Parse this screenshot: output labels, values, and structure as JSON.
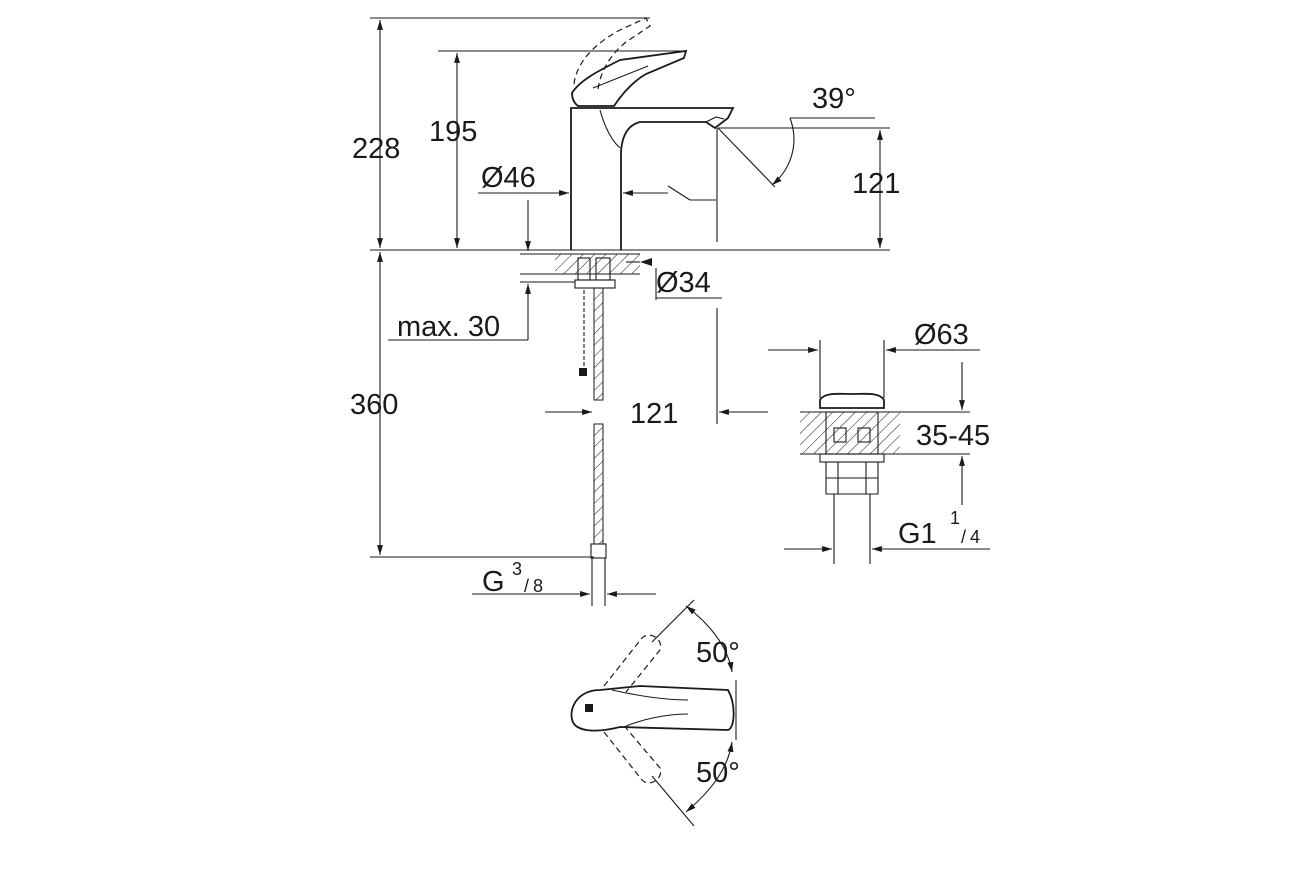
{
  "drawing": {
    "colors": {
      "line": "#1a1a1a",
      "background": "#ffffff"
    },
    "dimensions": {
      "height_228": "228",
      "height_195": "195",
      "diameter_46": "Ø46",
      "angle_39": "39°",
      "height_121": "121",
      "diameter_34": "Ø34",
      "max_30": "max. 30",
      "length_360": "360",
      "offset_121": "121",
      "thread_g": "G",
      "thread_g_num": "3",
      "thread_g_den": "8",
      "diameter_63": "Ø63",
      "range_35_45": "35-45",
      "thread_g1": "G1",
      "thread_g1_num": "1",
      "thread_g1_den": "4",
      "angle_50_top": "50°",
      "angle_50_bottom": "50°"
    }
  }
}
